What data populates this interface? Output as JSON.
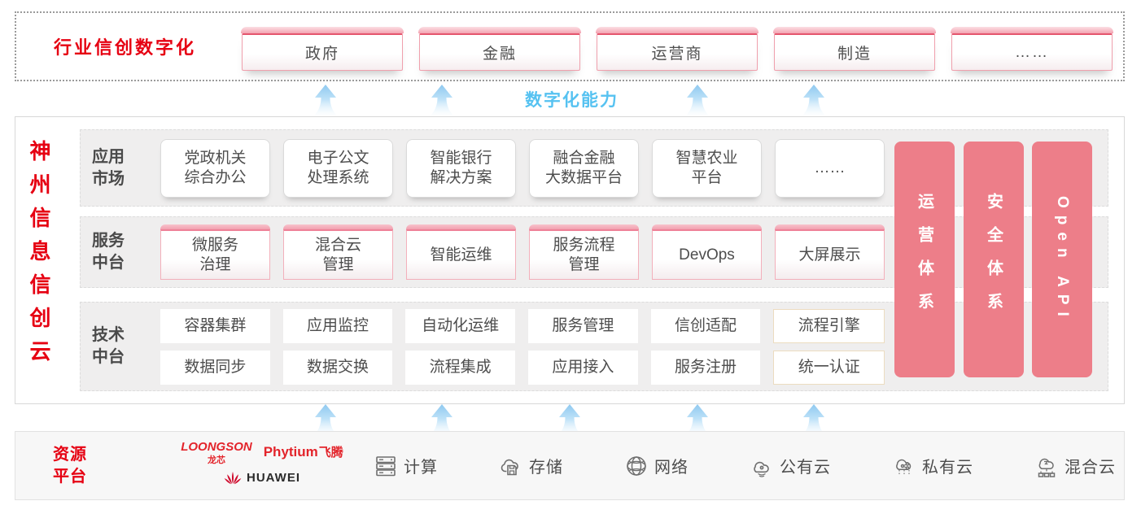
{
  "colors": {
    "red": "#e60012",
    "pink_pillar": "#ed7e89",
    "blue": "#56c2f1"
  },
  "top_band": {
    "title": "行业信创数字化",
    "industries": [
      "政府",
      "金融",
      "运营商",
      "制造",
      "……"
    ]
  },
  "capability_label": "数字化能力",
  "platform": {
    "side_title": "神州信息信创云",
    "rows": [
      {
        "label": "应用\n市场",
        "items": [
          "党政机关\n综合办公",
          "电子公文\n处理系统",
          "智能银行\n解决方案",
          "融合金融\n大数据平台",
          "智慧农业\n平台",
          "……"
        ]
      },
      {
        "label": "服务\n中台",
        "items": [
          "微服务\n治理",
          "混合云\n管理",
          "智能运维",
          "服务流程\n管理",
          "DevOps",
          "大屏展示"
        ]
      },
      {
        "label": "技术\n中台",
        "items_line1": [
          "容器集群",
          "应用监控",
          "自动化运维",
          "服务管理",
          "信创适配",
          "流程引擎"
        ],
        "items_line2": [
          "数据同步",
          "数据交换",
          "流程集成",
          "应用接入",
          "服务注册",
          "统一认证"
        ]
      }
    ],
    "pillars": [
      "运营体系",
      "安全体系",
      "Open API"
    ]
  },
  "resources": {
    "title": "资源\n平台",
    "vendors": {
      "loongson": "LOONGSON",
      "loongson_cn": "龙芯",
      "phytium": "Phytium",
      "phytium_cn": "飞腾",
      "huawei": "HUAWEI"
    },
    "items": [
      {
        "icon": "compute-icon",
        "label": "计算"
      },
      {
        "icon": "storage-icon",
        "label": "存储"
      },
      {
        "icon": "network-icon",
        "label": "网络"
      },
      {
        "icon": "public-cloud-icon",
        "label": "公有云"
      },
      {
        "icon": "private-cloud-icon",
        "label": "私有云"
      },
      {
        "icon": "hybrid-cloud-icon",
        "label": "混合云"
      }
    ]
  }
}
